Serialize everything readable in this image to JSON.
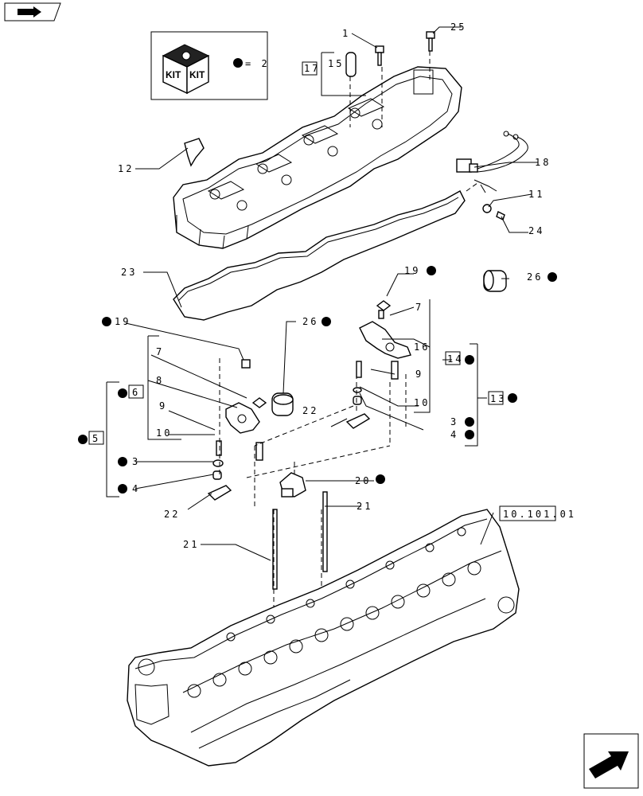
{
  "kit": {
    "word1": "KIT",
    "word2": "KIT",
    "legend": "= 2"
  },
  "ref": "10.101.01",
  "labels": {
    "l1": "1",
    "l25": "25",
    "l15": "15",
    "l17": "17",
    "l12": "12",
    "l18": "18",
    "l11": "11",
    "l24": "24",
    "l23": "23",
    "l19a": "19",
    "l26a": "26",
    "l7a": "7",
    "l16": "16",
    "l14": "14",
    "l9a": "9",
    "l13": "13",
    "l10a": "10",
    "l3a": "3",
    "l4a": "4",
    "l19b": "19",
    "l26b": "26",
    "l7b": "7",
    "l8": "8",
    "l6": "6",
    "l9b": "9",
    "l5": "5",
    "l10b": "10",
    "l22a": "22",
    "l3b": "3",
    "l4b": "4",
    "l22b": "22",
    "l20": "20",
    "l21a": "21",
    "l21b": "21"
  }
}
